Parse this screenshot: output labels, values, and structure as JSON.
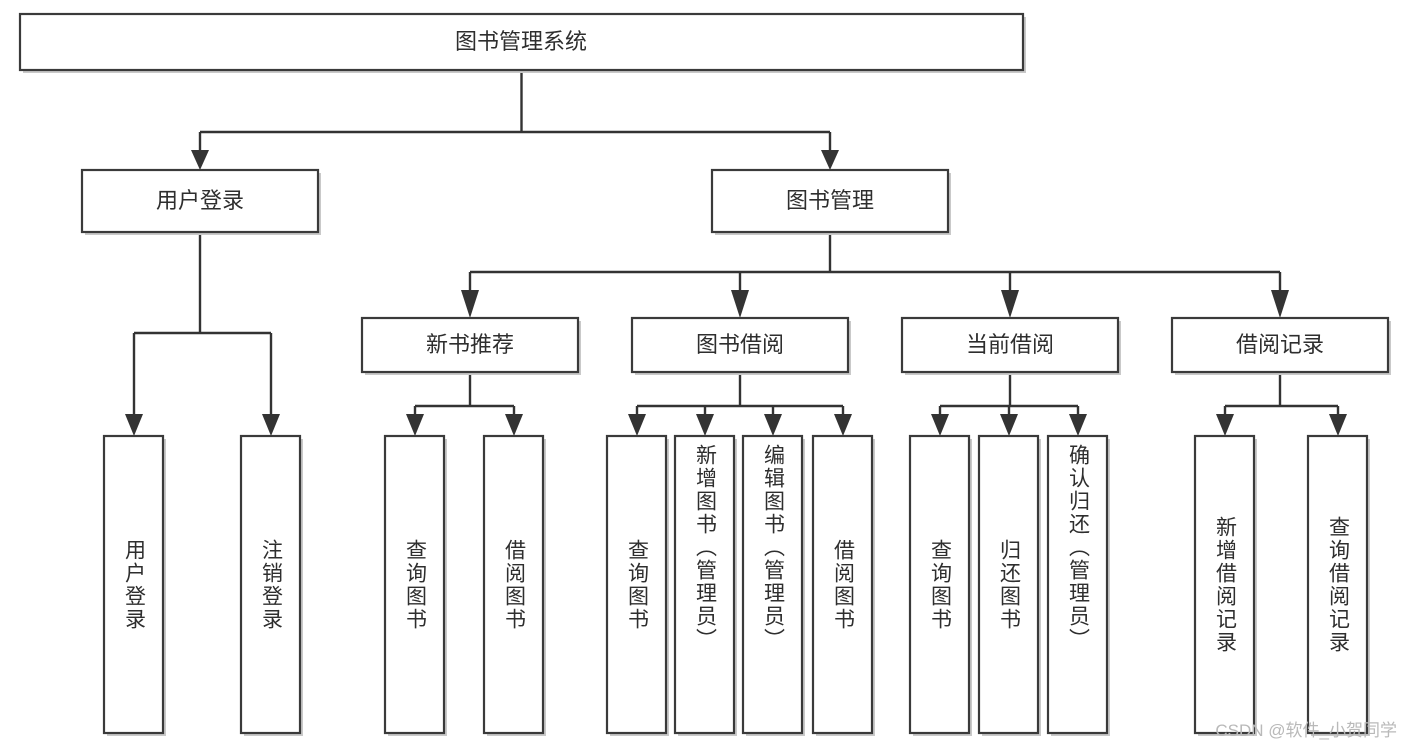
{
  "diagram": {
    "type": "tree",
    "title": "图书管理系统",
    "root": {
      "id": "root",
      "label": "图书管理系统"
    },
    "level2": [
      {
        "id": "user-login",
        "label": "用户登录"
      },
      {
        "id": "book-manage",
        "label": "图书管理"
      }
    ],
    "level3": [
      {
        "id": "new-book-rec",
        "label": "新书推荐",
        "parent": "book-manage"
      },
      {
        "id": "book-borrow",
        "label": "图书借阅",
        "parent": "book-manage"
      },
      {
        "id": "current-borrow",
        "label": "当前借阅",
        "parent": "book-manage"
      },
      {
        "id": "borrow-record",
        "label": "借阅记录",
        "parent": "book-manage"
      }
    ],
    "leaves": [
      {
        "id": "leaf-user-login",
        "label": "用户登录",
        "parent": "user-login"
      },
      {
        "id": "leaf-user-logout",
        "label": "注销登录",
        "parent": "user-login"
      },
      {
        "id": "leaf-query-book-1",
        "label": "查询图书",
        "parent": "new-book-rec"
      },
      {
        "id": "leaf-borrow-book-1",
        "label": "借阅图书",
        "parent": "new-book-rec"
      },
      {
        "id": "leaf-query-book-2",
        "label": "查询图书",
        "parent": "book-borrow"
      },
      {
        "id": "leaf-add-book",
        "label": "新增图书（管理员）",
        "parent": "book-borrow"
      },
      {
        "id": "leaf-edit-book",
        "label": "编辑图书（管理员）",
        "parent": "book-borrow"
      },
      {
        "id": "leaf-borrow-book-2",
        "label": "借阅图书",
        "parent": "book-borrow"
      },
      {
        "id": "leaf-query-book-3",
        "label": "查询图书",
        "parent": "current-borrow"
      },
      {
        "id": "leaf-return-book",
        "label": "归还图书",
        "parent": "current-borrow"
      },
      {
        "id": "leaf-confirm-return",
        "label": "确认归还（管理员）",
        "parent": "current-borrow"
      },
      {
        "id": "leaf-add-borrow-record",
        "label": "新增借阅记录",
        "parent": "borrow-record"
      },
      {
        "id": "leaf-query-borrow-record",
        "label": "查询借阅记录",
        "parent": "borrow-record"
      }
    ],
    "colors": {
      "box_fill": "#ffffff",
      "box_stroke": "#3a3a3a",
      "connector": "#333333",
      "text": "#2e2e2e",
      "watermark": "#b9b9b9"
    }
  },
  "watermark": {
    "text": "CSDN @软件_小贺同学"
  }
}
